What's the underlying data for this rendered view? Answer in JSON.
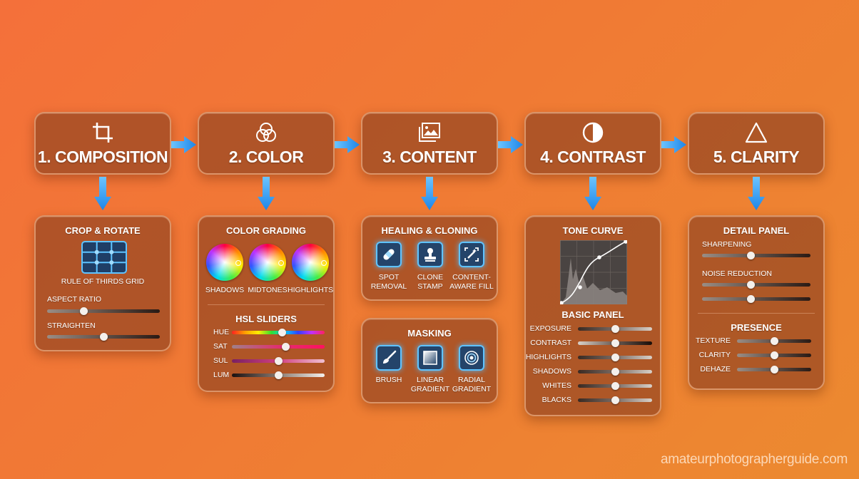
{
  "stages": [
    {
      "label": "1. COMPOSITION",
      "icon": "crop-icon"
    },
    {
      "label": "2. COLOR",
      "icon": "color-circles-icon"
    },
    {
      "label": "3. CONTENT",
      "icon": "image-icon"
    },
    {
      "label": "4. CONTRAST",
      "icon": "half-circle-icon"
    },
    {
      "label": "5. CLARITY",
      "icon": "triangle-icon"
    }
  ],
  "composition": {
    "title": "CROP & ROTATE",
    "grid_label": "RULE OF THIRDS GRID",
    "sliders": [
      {
        "label": "ASPECT RATIO",
        "value": 0.32
      },
      {
        "label": "STRAIGHTEN",
        "value": 0.5
      }
    ]
  },
  "color": {
    "title": "COLOR GRADING",
    "wheels": [
      "SHADOWS",
      "MIDTONES",
      "HIGHLIGHTS"
    ],
    "hsl_title": "HSL SLIDERS",
    "hsl": [
      {
        "label": "HUE",
        "value": 0.54
      },
      {
        "label": "SAT",
        "value": 0.58
      },
      {
        "label": "SUL",
        "value": 0.5
      },
      {
        "label": "LUM",
        "value": 0.5
      }
    ]
  },
  "content": {
    "healing_title": "HEALING & CLONING",
    "healing_tools": [
      {
        "line1": "SPOT",
        "line2": "REMOVAL",
        "icon": "bandage-icon"
      },
      {
        "line1": "CLONE",
        "line2": "STAMP",
        "icon": "stamp-icon"
      },
      {
        "line1": "CONTENT-",
        "line2": "AWARE FILL",
        "icon": "magic-fill-icon"
      }
    ],
    "masking_title": "MASKING",
    "masking_tools": [
      {
        "line1": "BRUSH",
        "line2": "",
        "icon": "brush-icon"
      },
      {
        "line1": "LINEAR",
        "line2": "GRADIENT",
        "icon": "linear-gradient-icon"
      },
      {
        "line1": "RADIAL",
        "line2": "GRADIENT",
        "icon": "radial-gradient-icon"
      }
    ]
  },
  "contrast": {
    "curve_title": "TONE CURVE",
    "basic_title": "BASIC PANEL",
    "sliders": [
      {
        "label": "EXPOSURE",
        "value": 0.5
      },
      {
        "label": "CONTRAST",
        "value": 0.5
      },
      {
        "label": "HIGHLIGHTS",
        "value": 0.5
      },
      {
        "label": "SHADOWS",
        "value": 0.5
      },
      {
        "label": "WHITES",
        "value": 0.5
      },
      {
        "label": "BLACKS",
        "value": 0.5
      }
    ]
  },
  "clarity": {
    "detail_title": "DETAIL PANEL",
    "sharpening_label": "SHARPENING",
    "sharpening_value": 0.45,
    "noise_label": "NOISE REDUCTION",
    "noise_values": [
      0.45,
      0.45
    ],
    "presence_title": "PRESENCE",
    "presence": [
      {
        "label": "TEXTURE",
        "value": 0.5
      },
      {
        "label": "CLARITY",
        "value": 0.5
      },
      {
        "label": "DEHAZE",
        "value": 0.5
      }
    ]
  },
  "watermark": "amateurphotographerguide.com",
  "colors": {
    "arrow": "#3aa8ff",
    "accent": "#5fc3ff"
  }
}
